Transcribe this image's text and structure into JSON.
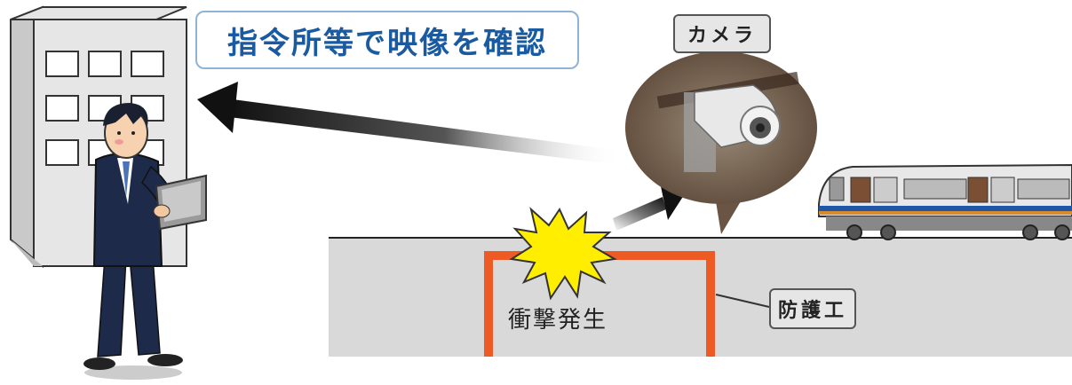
{
  "title": "指令所等で映像を確認",
  "camera_label": "カメラ",
  "impact_label": "衝撃発生",
  "protection_label": "防護工",
  "colors": {
    "title_text": "#1a5aa0",
    "title_border": "#8fb3d6",
    "protection_frame": "#ee5a24",
    "ground": "#d9d9d9",
    "burst": "#ffee00",
    "arrow": "#222222"
  }
}
